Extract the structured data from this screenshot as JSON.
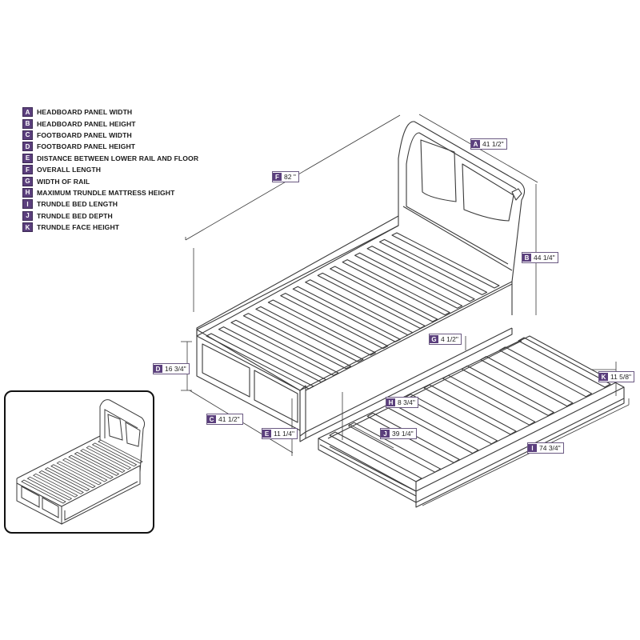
{
  "legend": [
    {
      "letter": "A",
      "label": "HEADBOARD PANEL WIDTH"
    },
    {
      "letter": "B",
      "label": "HEADBOARD PANEL HEIGHT"
    },
    {
      "letter": "C",
      "label": "FOOTBOARD PANEL WIDTH"
    },
    {
      "letter": "D",
      "label": "FOOTBOARD PANEL HEIGHT"
    },
    {
      "letter": "E",
      "label": "DISTANCE BETWEEN LOWER RAIL AND FLOOR"
    },
    {
      "letter": "F",
      "label": "OVERALL LENGTH"
    },
    {
      "letter": "G",
      "label": "WIDTH OF RAIL"
    },
    {
      "letter": "H",
      "label": "MAXIMUM TRUNDLE MATTRESS HEIGHT"
    },
    {
      "letter": "I",
      "label": "TRUNDLE BED LENGTH"
    },
    {
      "letter": "J",
      "label": "TRUNDLE BED DEPTH"
    },
    {
      "letter": "K",
      "label": "TRUNDLE FACE HEIGHT"
    }
  ],
  "dimensions": {
    "A": {
      "letter": "A",
      "value": "41 1/2\""
    },
    "B": {
      "letter": "B",
      "value": "44 1/4\""
    },
    "C": {
      "letter": "C",
      "value": "41 1/2\""
    },
    "D": {
      "letter": "D",
      "value": "16 3/4\""
    },
    "E": {
      "letter": "E",
      "value": "11 1/4\""
    },
    "F": {
      "letter": "F",
      "value": "82 \""
    },
    "G": {
      "letter": "G",
      "value": "4 1/2\""
    },
    "H": {
      "letter": "H",
      "value": "8 3/4\""
    },
    "I": {
      "letter": "I",
      "value": "74 3/4\""
    },
    "J": {
      "letter": "J",
      "value": "39 1/4\""
    },
    "K": {
      "letter": "K",
      "value": "11 5/8\""
    }
  },
  "colors": {
    "line": "#3a3a3a",
    "badge": "#5b3f7d"
  }
}
